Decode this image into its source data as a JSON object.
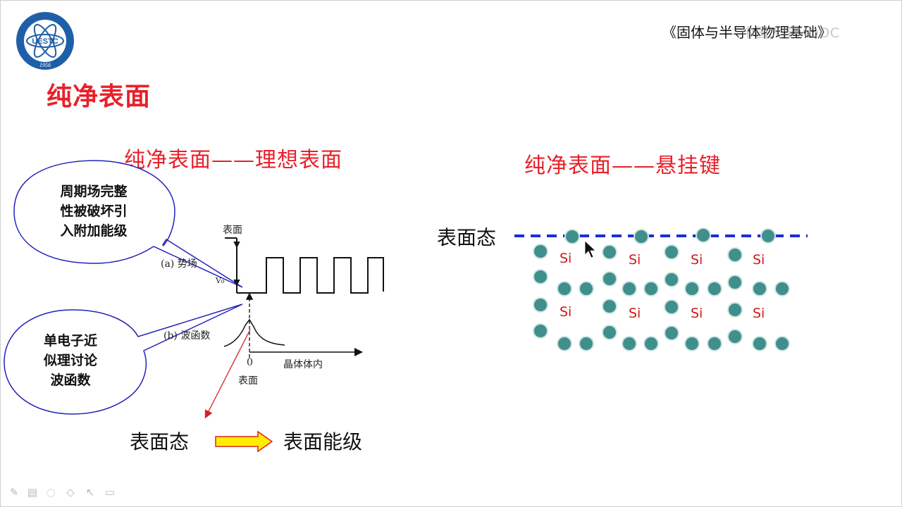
{
  "header": {
    "logo_text": "UESTC",
    "logo_year": "1956",
    "course_title": "《固体与半导体物理基础》",
    "mooc_overlay": "中国大学MOOC"
  },
  "slide": {
    "title": "纯净表面",
    "left_subtitle": "纯净表面——理想表面",
    "right_subtitle": "纯净表面——悬挂键",
    "bubble_periodic": [
      "周期场完整",
      "性被破坏引",
      "入附加能级"
    ],
    "bubble_single_electron": [
      "单电子近",
      "似理讨论",
      "波函数"
    ],
    "diagram": {
      "surface_top": "表面",
      "potential_label": "(a) 势场",
      "v0_label": "V₀",
      "wave_label": "(b) 波函数",
      "zero_label": "0",
      "crystal_interior": "晶体体内",
      "surface_bottom": "表面"
    },
    "bottom_left_state": "表面态",
    "bottom_right_level": "表面能级",
    "right_surface_state": "表面态",
    "si_label": "Si"
  },
  "colors": {
    "accent_red": "#e8202a",
    "bubble_border": "#2222bb",
    "dashed_line": "#1a2fd6",
    "atom_fill": "#3f8f8c",
    "arrow_yellow": "#ffee00"
  },
  "toolbar": {
    "icons": [
      "pen-icon",
      "slides-icon",
      "highlighter-icon",
      "eraser-icon",
      "pointer-icon",
      "screen-icon"
    ]
  }
}
